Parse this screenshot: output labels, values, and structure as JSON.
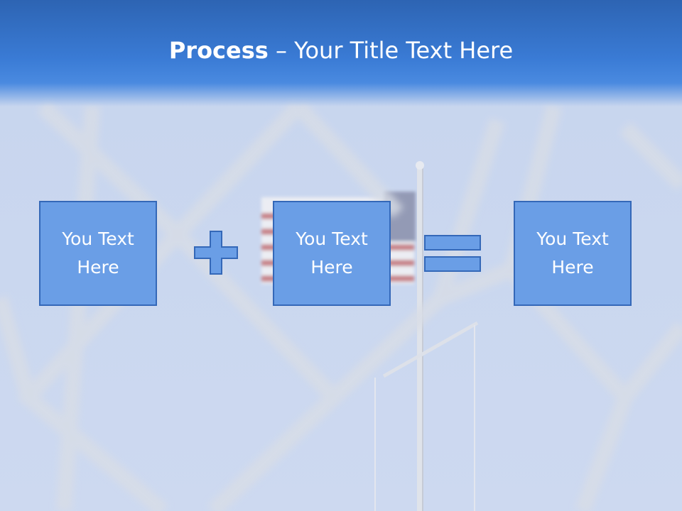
{
  "slide": {
    "title_bold": "Process",
    "title_rest": " – Your Title Text Here",
    "boxes": [
      {
        "text": "You Text Here"
      },
      {
        "text": "You Text Here"
      },
      {
        "text": "You Text Here"
      }
    ],
    "colors": {
      "title_band": "#3a7bd5",
      "box_fill": "#6a9ee6",
      "box_border": "#3468b8",
      "text": "#ffffff"
    },
    "background": "blurred-chain-link-fence-and-flag-photo"
  }
}
